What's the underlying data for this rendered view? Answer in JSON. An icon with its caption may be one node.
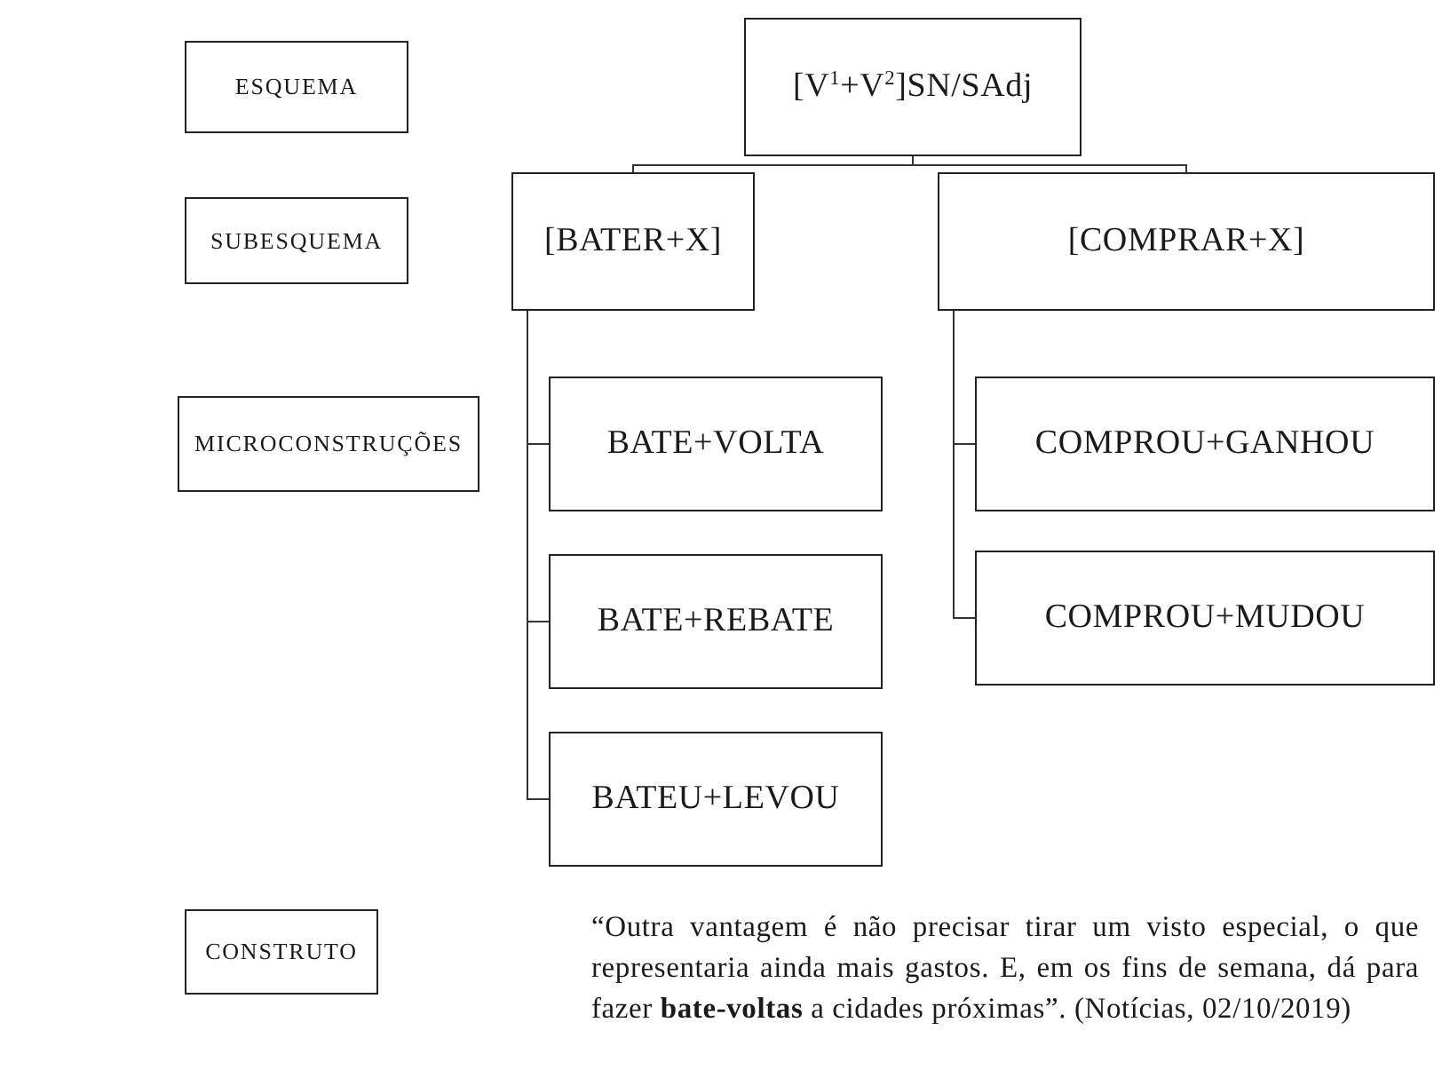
{
  "diagram": {
    "nodes": [
      {
        "text": [
          "[V$^{1}$+V$^{2}$]SN/SAdj"
        ]
      },
      {
        "text": [
          "[BATER+X]"
        ]
      },
      {
        "text": [
          "[COMPRAR+X]"
        ]
      },
      {
        "text": [
          "BATE+VOLTA"
        ]
      },
      {
        "text": [
          "BATE+REBATE"
        ]
      },
      {
        "text": [
          "BATEU+LEVOU"
        ]
      },
      {
        "text": [
          "COMPROU+GANHOU"
        ]
      },
      {
        "text": [
          "COMPROU+MUDOU"
        ]
      },
      {
        "text": [
          "ESQUEMA"
        ]
      },
      {
        "text": [
          "SUBESQUEMA"
        ]
      },
      {
        "text": [
          "MICROCONSTRUÇÕES"
        ]
      },
      {
        "text": [
          "CONSTRUTO"
        ]
      }
    ],
    "edges": [
      {
        "from": 0,
        "to": 1,
        "arrow": "none"
      },
      {
        "from": 0,
        "to": 2,
        "arrow": "none"
      },
      {
        "from": 1,
        "to": 3,
        "arrow": "none"
      },
      {
        "from": 1,
        "to": 4,
        "arrow": "none"
      },
      {
        "from": 1,
        "to": 5,
        "arrow": "none"
      },
      {
        "from": 2,
        "to": 6,
        "arrow": "none"
      },
      {
        "from": 2,
        "to": 7,
        "arrow": "none"
      }
    ],
    "labels": [
      "“Outra vantagem é não precisar tirar um visto especial, o que representaria ainda mais gastos. E, em os fins de semana, dá para fazer **bate-voltas** a cidades próximas”. (Notícias, 02/10/2019)"
    ]
  }
}
